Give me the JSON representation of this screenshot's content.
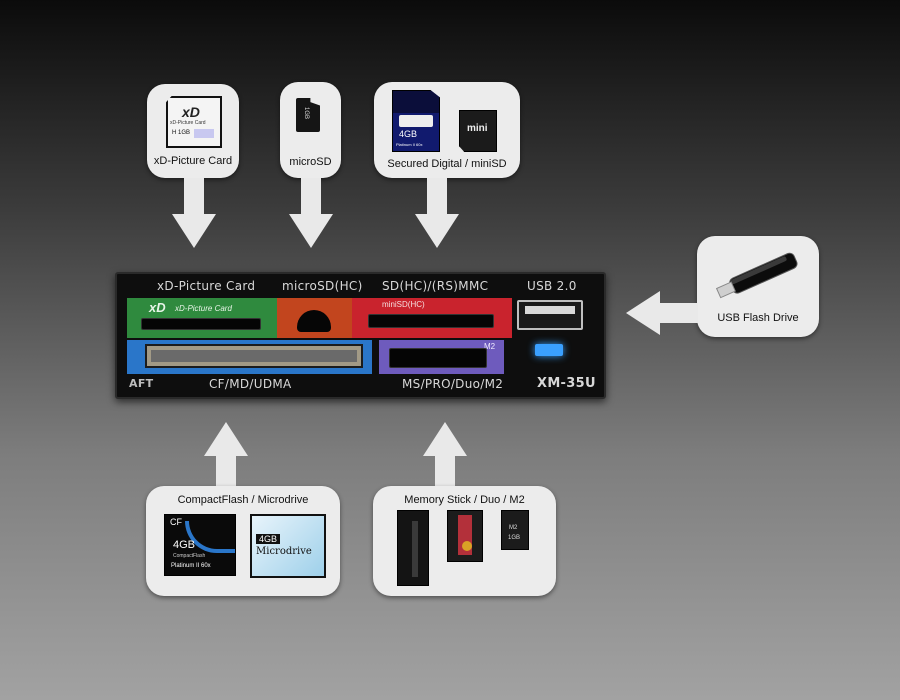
{
  "cards": {
    "xd": {
      "label": "xD-Picture Card",
      "media_text": "xD",
      "media_sub": "xD-Picture Card",
      "capacity": "H 1GB"
    },
    "microsd": {
      "label": "microSD",
      "capacity": "1GB"
    },
    "sd": {
      "label": "Secured Digital / miniSD",
      "capacity": "4GB",
      "sd_brand": "Platinum II 60x",
      "mini_text": "mini"
    },
    "usb": {
      "label": "USB Flash Drive"
    },
    "cf": {
      "label": "CompactFlash / Microdrive",
      "cf_text": "CF",
      "cf_capacity": "4GB",
      "cf_sub": "CompactFlash",
      "cf_brand": "Platinum II 60x",
      "md_capacity": "4GB",
      "md_text": "Microdrive"
    },
    "ms": {
      "label": "Memory Stick / Duo / M2",
      "m2_capacity": "1GB",
      "m2_text": "M2"
    }
  },
  "panel": {
    "xd_label": "xD-Picture Card",
    "microsd_label": "microSD(HC)",
    "sd_label": "SD(HC)/(RS)MMC",
    "usb_label": "USB 2.0",
    "minisd_label": "miniSD(HC)",
    "xd_slot_text": "xD",
    "xd_slot_sub": "xD-Picture Card",
    "m2_tag": "M2",
    "cf_label": "CF/MD/UDMA",
    "ms_label": "MS/PRO/Duo/M2",
    "model": "XM-35U",
    "brand": "AFT"
  },
  "colors": {
    "xd_green": "#2f8a3e",
    "microsd_orange": "#c2451e",
    "sd_red": "#c9232d",
    "cf_blue": "#2a76c9",
    "ms_purple": "#6e5bbd",
    "led_blue": "#3aa0ff"
  }
}
